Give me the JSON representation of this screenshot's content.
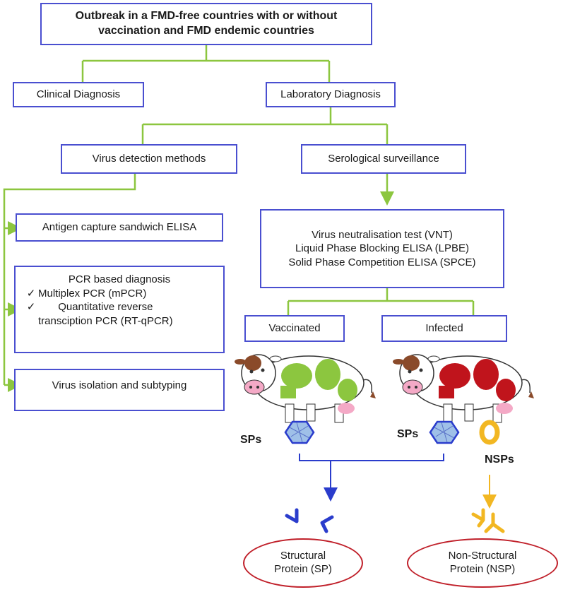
{
  "title_lines": [
    "Outbreak in a FMD-free countries with or without",
    "vaccination and FMD endemic countries"
  ],
  "clinical": "Clinical Diagnosis",
  "laboratory": "Laboratory Diagnosis",
  "virus_detection": "Virus detection methods",
  "serological": "Serological surveillance",
  "antigen_elisa": "Antigen capture sandwich ELISA",
  "pcr": {
    "heading": "PCR based diagnosis",
    "check": "✓",
    "items": [
      [
        "Multiplex PCR (mPCR)"
      ],
      [
        "Quantitative reverse",
        "transciption PCR (RT-qPCR)"
      ]
    ]
  },
  "virus_isolation": "Virus isolation and subtyping",
  "serology_tests": [
    "Virus neutralisation test (VNT)",
    "Liquid Phase Blocking ELISA (LPBE)",
    "Solid Phase Competition ELISA (SPCE)"
  ],
  "vaccinated": "Vaccinated",
  "infected": "Infected",
  "sp_label_left": "SPs",
  "sp_label_right": "SPs",
  "nsp_label": "NSPs",
  "structural_protein": [
    "Structural",
    "Protein (SP)"
  ],
  "nonstructural_protein": [
    "Non-Structural",
    "Protein (NSP)"
  ],
  "colors": {
    "box_border": "#4a4fd0",
    "connector_green": "#8cc63f",
    "arrow_blue": "#2a3ccc",
    "arrow_yellow": "#f2b722",
    "ellipse_red": "#c0202a",
    "vaccinated_spots": "#8cc63f",
    "infected_spots": "#c0141c",
    "antibody_sp": "#2a3ccc",
    "antibody_nsp": "#f2b722"
  }
}
